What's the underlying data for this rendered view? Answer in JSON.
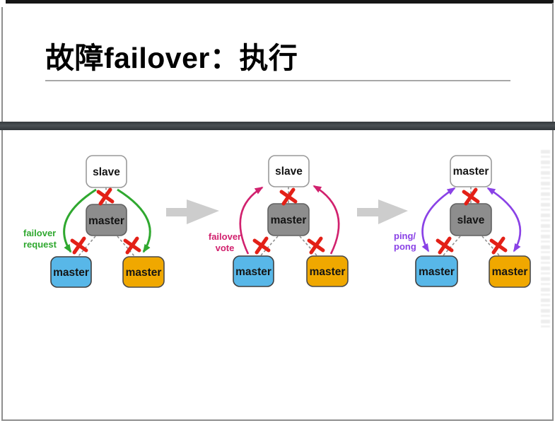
{
  "slide": {
    "title": "故障failover：执行"
  },
  "diagrams": [
    {
      "id": "failover-request",
      "nodes": {
        "top": "slave",
        "middle": "master",
        "bottom_left": "master",
        "bottom_right": "master"
      },
      "label": [
        "failover",
        "request"
      ],
      "arrow_color": "#2fa82f",
      "arrow_direction": "top-to-bottom"
    },
    {
      "id": "failover-vote",
      "nodes": {
        "top": "slave",
        "middle": "master",
        "bottom_left": "master",
        "bottom_right": "master"
      },
      "label": [
        "failover",
        "vote"
      ],
      "arrow_color": "#d1216e",
      "arrow_direction": "bottom-to-top"
    },
    {
      "id": "ping-pong",
      "nodes": {
        "top": "master",
        "middle": "slave",
        "bottom_left": "master",
        "bottom_right": "master"
      },
      "label": [
        "ping/",
        "pong"
      ],
      "arrow_color": "#8a42e6",
      "arrow_direction": "bidirectional"
    }
  ],
  "colors": {
    "node_top_fill": "#ffffff",
    "node_middle_fill": "#8d8d8d",
    "node_bottom_left_fill": "#58b7e8",
    "node_bottom_right_fill": "#f0a800",
    "failure_x": "#e32017",
    "transition_arrow": "#cdcdcd",
    "divider_bar": "#3c4245",
    "title_text": "#000000"
  }
}
